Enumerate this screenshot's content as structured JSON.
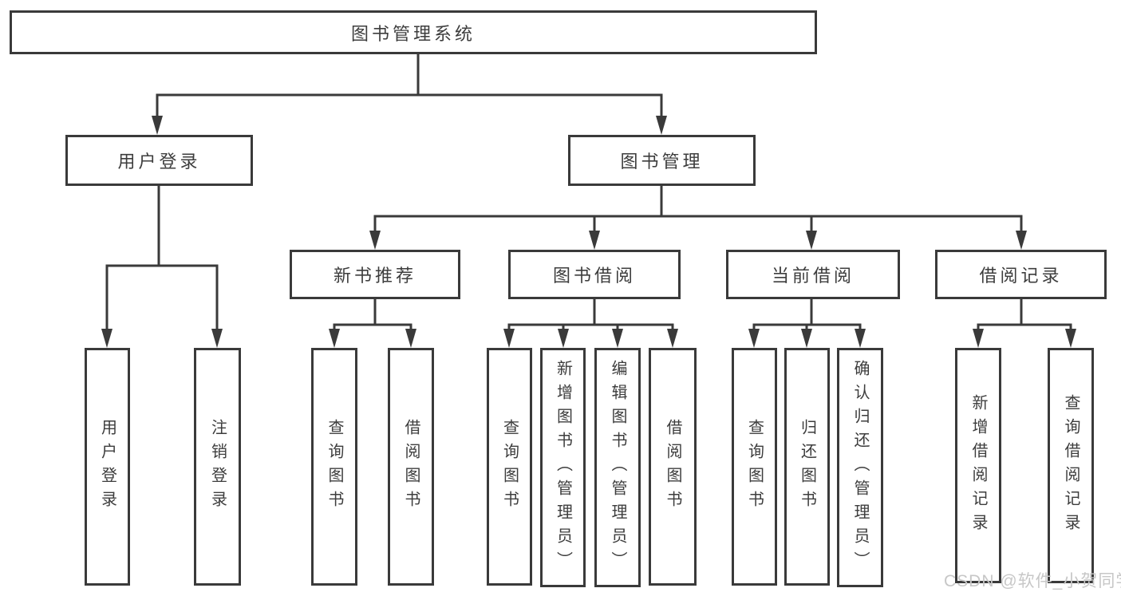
{
  "diagram_type": "hierarchy-tree",
  "colors": {
    "background": "#ffffff",
    "line": "#3a3a3a",
    "text": "#3d3d3d",
    "watermark": "#c7c7c7"
  },
  "tree": {
    "root": {
      "label": "图书管理系统"
    },
    "branches": [
      {
        "label": "用户登录",
        "children": [
          {
            "label": "用户登录"
          },
          {
            "label": "注销登录"
          }
        ]
      },
      {
        "label": "图书管理",
        "children": [
          {
            "label": "新书推荐",
            "children": [
              {
                "label": "查询图书"
              },
              {
                "label": "借阅图书"
              }
            ]
          },
          {
            "label": "图书借阅",
            "children": [
              {
                "label": "查询图书"
              },
              {
                "label": "新增图书（管理员）"
              },
              {
                "label": "编辑图书（管理员）"
              },
              {
                "label": "借阅图书"
              }
            ]
          },
          {
            "label": "当前借阅",
            "children": [
              {
                "label": "查询图书"
              },
              {
                "label": "归还图书"
              },
              {
                "label": "确认归还（管理员）"
              }
            ]
          },
          {
            "label": "借阅记录",
            "children": [
              {
                "label": "新增借阅记录"
              },
              {
                "label": "查询借阅记录"
              }
            ]
          }
        ]
      }
    ]
  },
  "watermark": {
    "text": "CSDN @软件_小贺同学"
  }
}
